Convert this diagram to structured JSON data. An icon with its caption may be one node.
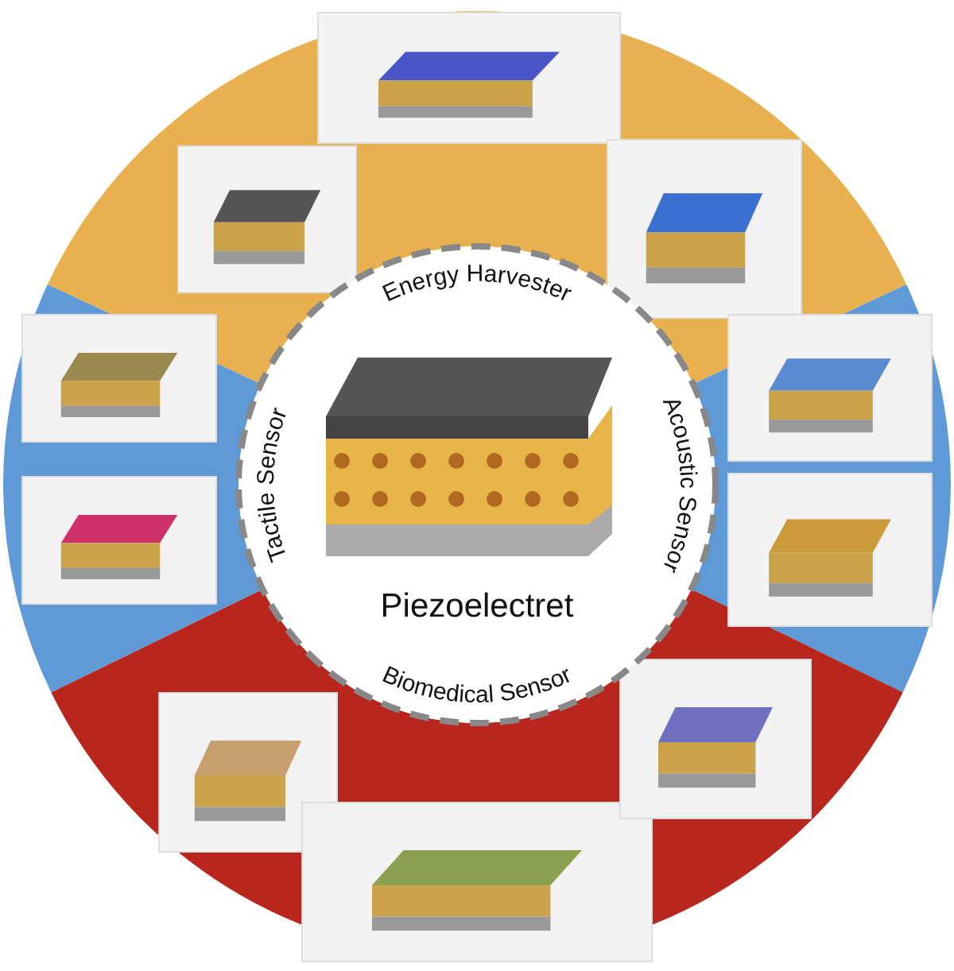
{
  "diagram": {
    "nodes": [
      {
        "text": [
          "Energy Harvester",
          "Tactile Sensor",
          "Acoustic Sensor",
          "Piezoelectret",
          "Biomedical Sensor"
        ]
      }
    ]
  }
}
